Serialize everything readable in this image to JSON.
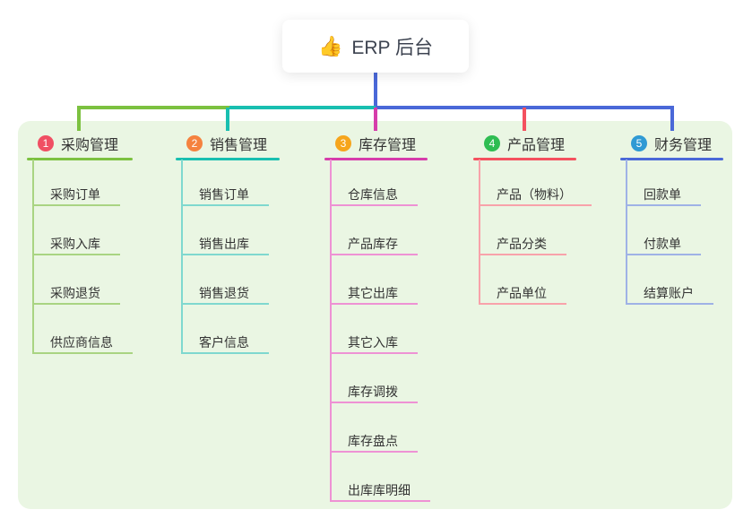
{
  "root": {
    "icon": "👍",
    "label": "ERP 后台"
  },
  "branches": [
    {
      "badge": "1",
      "label": "采购管理",
      "items": [
        "采购订单",
        "采购入库",
        "采购退货",
        "供应商信息"
      ]
    },
    {
      "badge": "2",
      "label": "销售管理",
      "items": [
        "销售订单",
        "销售出库",
        "销售退货",
        "客户信息"
      ]
    },
    {
      "badge": "3",
      "label": "库存管理",
      "items": [
        "仓库信息",
        "产品库存",
        "其它出库",
        "其它入库",
        "库存调拨",
        "库存盘点",
        "出库库明细"
      ]
    },
    {
      "badge": "4",
      "label": "产品管理",
      "items": [
        "产品（物料）",
        "产品分类",
        "产品单位"
      ]
    },
    {
      "badge": "5",
      "label": "财务管理",
      "items": [
        "回款单",
        "付款单",
        "结算账户"
      ]
    }
  ],
  "colors": {
    "panel": "#eaf6e3",
    "text": "#333333",
    "rootText": "#3d4350",
    "branch1": "#7cc140",
    "branch1L": "#a9d482",
    "branch2": "#19bfb0",
    "branch2L": "#7fd8cf",
    "branch3": "#d63dab",
    "branch3L": "#ee92d4",
    "branch4": "#f4515f",
    "branch4L": "#f8a2aa",
    "branch5": "#4a68d8",
    "branch5L": "#9fb2e6",
    "badge1": "#f04f63",
    "badge2": "#f5823f",
    "badge3": "#f6a51c",
    "badge4": "#2fbd52",
    "badge5": "#2f9ad4"
  }
}
